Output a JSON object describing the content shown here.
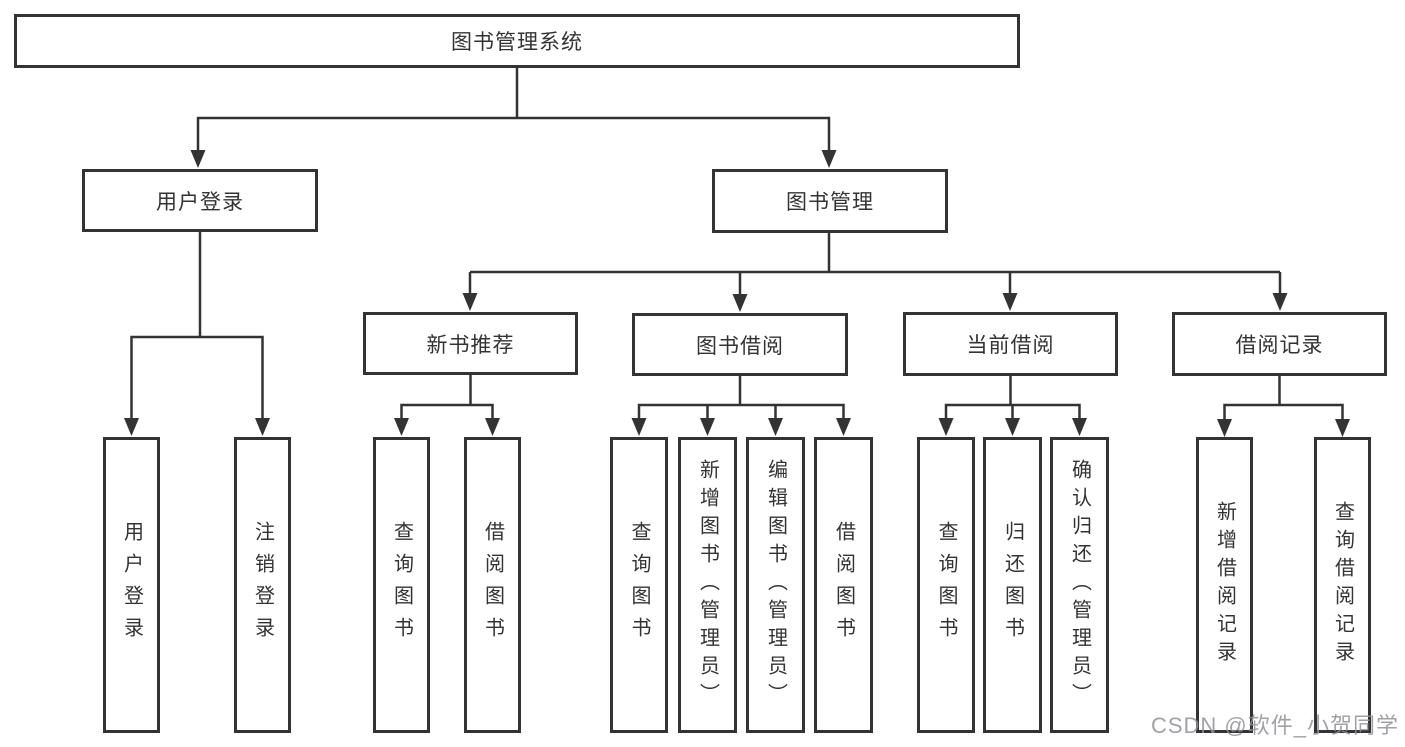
{
  "diagram": {
    "type": "hierarchy-tree",
    "colors": {
      "line": "#333333",
      "box_border": "#333333",
      "box_fill": "#ffffff",
      "text": "#333333",
      "background": "#ffffff",
      "watermark": "#91919a"
    },
    "nodes": {
      "root": {
        "label": "图书管理系统"
      },
      "user_login": {
        "label": "用户登录",
        "children": [
          {
            "label": "用户登录"
          },
          {
            "label": "注销登录"
          }
        ]
      },
      "book_management": {
        "label": "图书管理",
        "children": [
          {
            "label": "新书推荐",
            "children": [
              {
                "label": "查询图书"
              },
              {
                "label": "借阅图书"
              }
            ]
          },
          {
            "label": "图书借阅",
            "children": [
              {
                "label": "查询图书"
              },
              {
                "label": "新增图书（管理员）"
              },
              {
                "label": "编辑图书（管理员）"
              },
              {
                "label": "借阅图书"
              }
            ]
          },
          {
            "label": "当前借阅",
            "children": [
              {
                "label": "查询图书"
              },
              {
                "label": "归还图书"
              },
              {
                "label": "确认归还（管理员）"
              }
            ]
          },
          {
            "label": "借阅记录",
            "children": [
              {
                "label": "新增借阅记录"
              },
              {
                "label": "查询借阅记录"
              }
            ]
          }
        ]
      }
    }
  },
  "watermark": {
    "text": "CSDN @软件_小贺同学"
  }
}
